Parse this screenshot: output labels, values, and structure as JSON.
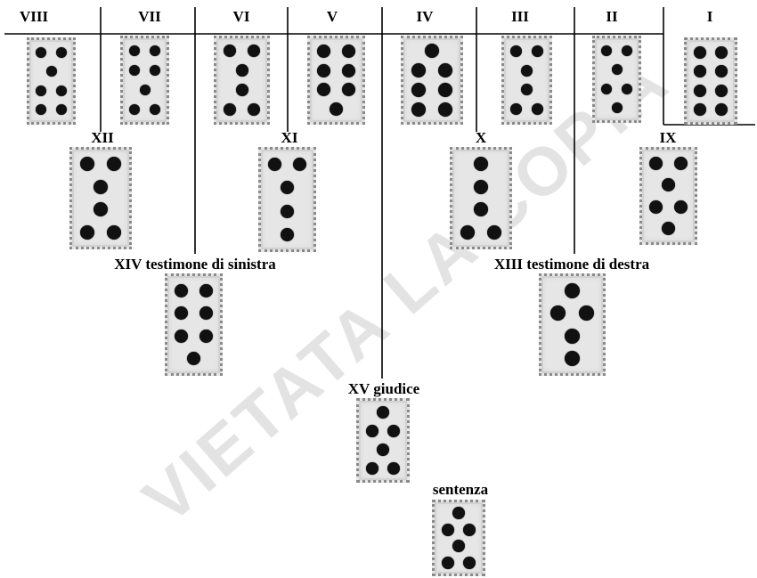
{
  "watermark": "VIETATA LA COPIA",
  "figures": {
    "I": {
      "label": "I",
      "rows": [
        2,
        2,
        2,
        2
      ]
    },
    "II": {
      "label": "II",
      "rows": [
        2,
        1,
        2,
        1
      ]
    },
    "III": {
      "label": "III",
      "rows": [
        2,
        1,
        1,
        2
      ]
    },
    "IV": {
      "label": "IV",
      "rows": [
        1,
        2,
        2,
        2
      ]
    },
    "V": {
      "label": "V",
      "rows": [
        2,
        2,
        2,
        1
      ]
    },
    "VI": {
      "label": "VI",
      "rows": [
        2,
        1,
        1,
        2
      ]
    },
    "VII": {
      "label": "VII",
      "rows": [
        2,
        2,
        1,
        2
      ]
    },
    "VIII": {
      "label": "VIII",
      "rows": [
        2,
        1,
        2,
        2
      ]
    },
    "IX": {
      "label": "IX",
      "rows": [
        2,
        1,
        2,
        1
      ]
    },
    "X": {
      "label": "X",
      "rows": [
        1,
        1,
        1,
        2
      ]
    },
    "XI": {
      "label": "XI",
      "rows": [
        2,
        1,
        1,
        1
      ]
    },
    "XII": {
      "label": "XII",
      "rows": [
        2,
        1,
        1,
        2
      ]
    },
    "XIII": {
      "label": "XIII testimone di destra",
      "rows": [
        1,
        2,
        1,
        1
      ]
    },
    "XIV": {
      "label": "XIV testimone di sinistra",
      "rows": [
        2,
        2,
        2,
        1
      ]
    },
    "XV": {
      "label": "XV giudice",
      "rows": [
        1,
        2,
        1,
        2
      ]
    },
    "sentenza": {
      "label": "sentenza",
      "rows": [
        1,
        2,
        1,
        2
      ]
    }
  }
}
